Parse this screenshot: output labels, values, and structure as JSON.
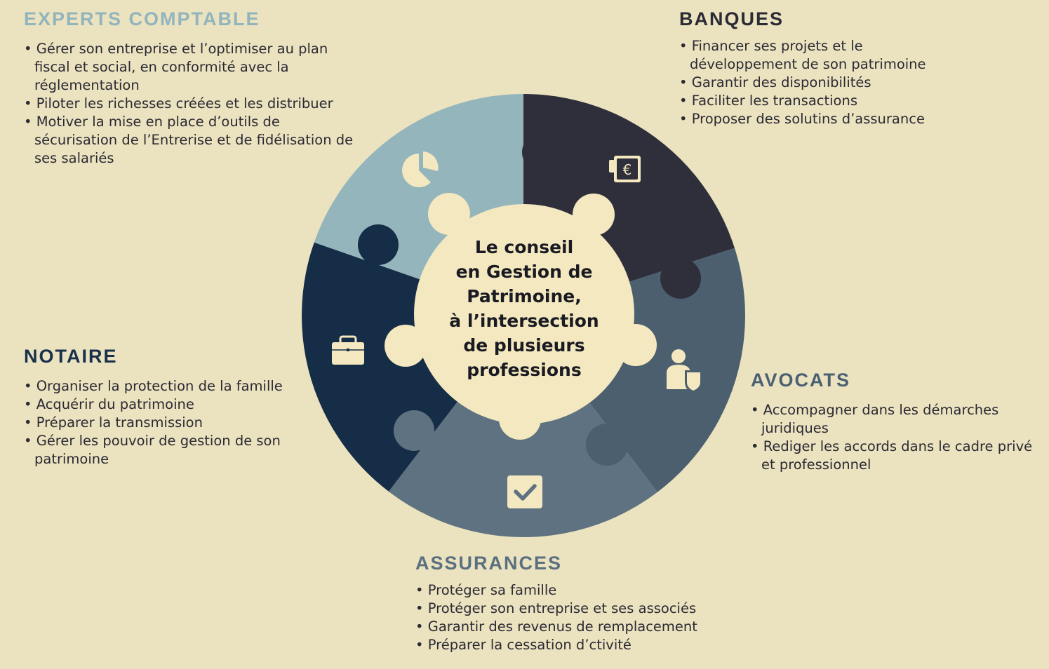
{
  "center": {
    "lines": [
      "Le conseil",
      "en Gestion de",
      "Patrimoine,",
      "à l’intersection",
      "de plusieurs",
      "professions"
    ]
  },
  "experts": {
    "title": "EXPERTS COMPTABLE",
    "items": [
      "Gérer son entreprise et l’optimiser au plan fiscal et social, en conformité avec la réglementation",
      "Piloter les richesses créées et les distribuer",
      "Motiver la mise en place d’outils de sécurisation de l’Entrerise et de fidélisation de ses salariés"
    ]
  },
  "banques": {
    "title": "BANQUES",
    "items": [
      "Financer ses projets et le développement de son patrimoine",
      "Garantir des disponibilités",
      "Faciliter les transactions",
      "Proposer des solutins d’assurance"
    ]
  },
  "notaire": {
    "title": "NOTAIRE",
    "items": [
      "Organiser la protection de la famille",
      "Acquérir du patrimoine",
      "Préparer la transmission",
      "Gérer les pouvoir de gestion de son patrimoine"
    ]
  },
  "avocats": {
    "title": "AVOCATS",
    "items": [
      "Accompagner dans les démarches juridiques",
      "Rediger les accords dans le cadre privé et professionnel"
    ]
  },
  "assurances": {
    "title": "ASSURANCES",
    "items": [
      "Protéger sa famille",
      "Protéger son entreprise et ses associés",
      "Garantir des revenus de remplacement",
      "Préparer la cessation d’ctivité"
    ]
  },
  "icons": {
    "euro_symbol": "€"
  },
  "colors": {
    "background": "#ebe2bf",
    "center": "#f3e8bf",
    "experts": "#95b5bd",
    "banques": "#2f2f3c",
    "avocats": "#4b5f6f",
    "assurances": "#5f7281",
    "notaire": "#162d48"
  }
}
